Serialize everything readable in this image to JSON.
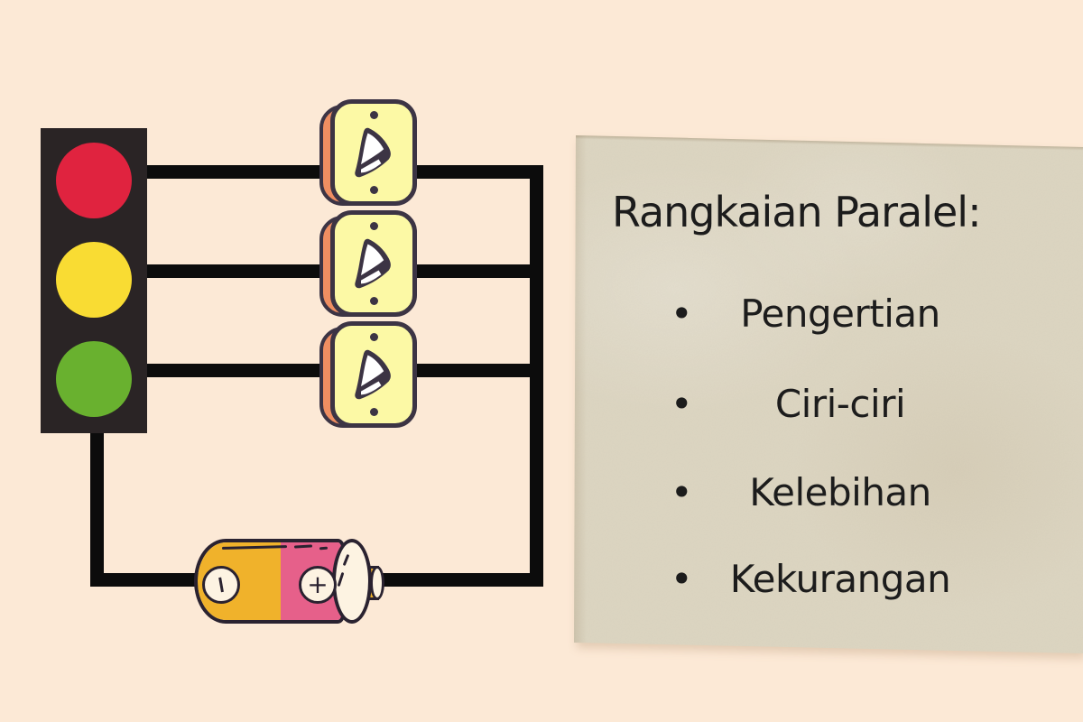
{
  "colors": {
    "bg": "#fce9d6",
    "paper": "#ddd6c2",
    "ink": "#1c1c1c",
    "wire": "#0c0c0c",
    "tl-body": "#2a2425",
    "light-red": "#e0233f",
    "light-yellow": "#f9dc33",
    "light-green": "#69b12f",
    "sw-body": "#fcf9a5",
    "sw-edge": "#ef8e61",
    "sw-outline": "#3c3444",
    "bat-yellow": "#f0b22b",
    "bat-pink": "#e6608a",
    "bat-cream": "#fdf3e2",
    "bat-outline": "#2a2230"
  },
  "note": {
    "title": "Rangkaian Paralel:",
    "bullet_char": "•",
    "items": [
      "Pengertian",
      "Ciri-ciri",
      "Kelebihan",
      "Kekurangan"
    ]
  },
  "circuit": {
    "traffic_light": {
      "lights": [
        "red",
        "yellow",
        "green"
      ]
    },
    "switch_count": "3",
    "battery": {
      "negative_label": "−",
      "positive_label": "+"
    }
  }
}
